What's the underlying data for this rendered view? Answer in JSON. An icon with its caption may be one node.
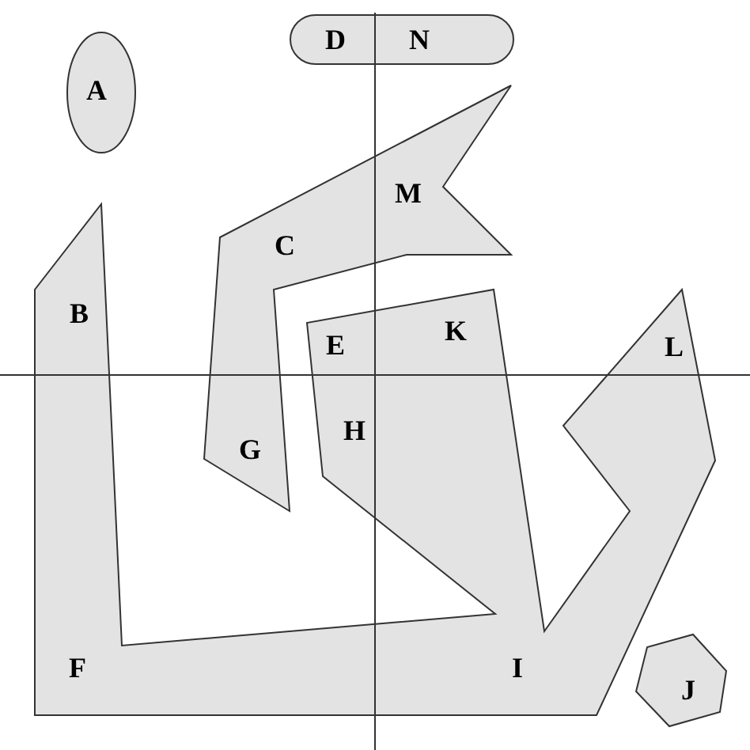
{
  "diagram": {
    "nodes": [
      {
        "text": [
          "D",
          "N"
        ]
      },
      {
        "text": [
          "A"
        ]
      },
      {
        "text": [
          "M",
          "C",
          "G"
        ]
      },
      {
        "text": [
          "B",
          "K",
          "E",
          "L",
          "H",
          "F",
          "I"
        ]
      },
      {
        "text": [
          "J"
        ]
      }
    ]
  }
}
